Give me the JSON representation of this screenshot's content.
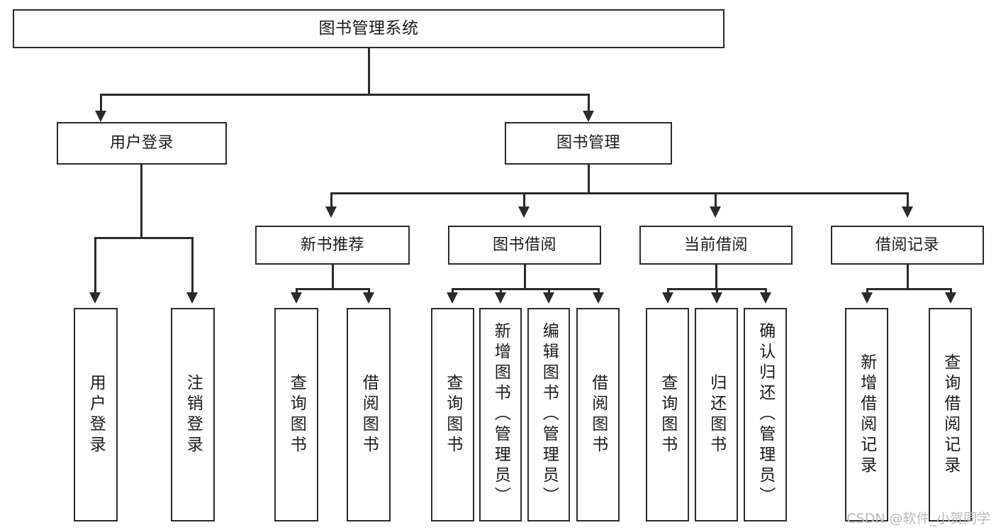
{
  "diagram": {
    "title": "图书管理系统",
    "type": "tree",
    "watermark": "CSDN @软件_小贺同学",
    "colors": {
      "stroke": "#2b2b2b",
      "fill": "#ffffff",
      "text": "#1b1b1b",
      "watermark": "#b9b9b9"
    },
    "levels": {
      "root": {
        "label": "图书管理系统"
      },
      "level2": [
        {
          "label": "用户登录"
        },
        {
          "label": "图书管理"
        }
      ],
      "level3": [
        {
          "label": "新书推荐"
        },
        {
          "label": "图书借阅"
        },
        {
          "label": "当前借阅"
        },
        {
          "label": "借阅记录"
        }
      ],
      "leaves": [
        {
          "label": "用户登录",
          "parent": "用户登录"
        },
        {
          "label": "注销登录",
          "parent": "用户登录"
        },
        {
          "label": "查询图书",
          "parent": "新书推荐"
        },
        {
          "label": "借阅图书",
          "parent": "新书推荐"
        },
        {
          "label": "查询图书",
          "parent": "图书借阅"
        },
        {
          "label": "新增图书（管理员）",
          "parent": "图书借阅"
        },
        {
          "label": "编辑图书（管理员）",
          "parent": "图书借阅"
        },
        {
          "label": "借阅图书",
          "parent": "图书借阅"
        },
        {
          "label": "查询图书",
          "parent": "当前借阅"
        },
        {
          "label": "归还图书",
          "parent": "当前借阅"
        },
        {
          "label": "确认归还（管理员）",
          "parent": "当前借阅"
        },
        {
          "label": "新增借阅记录",
          "parent": "借阅记录"
        },
        {
          "label": "查询借阅记录",
          "parent": "借阅记录"
        }
      ]
    }
  }
}
